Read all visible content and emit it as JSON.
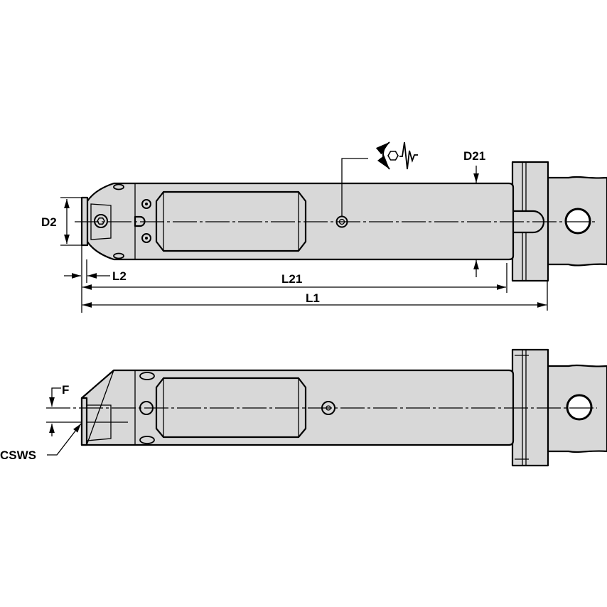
{
  "labels": {
    "d2": "D2",
    "l2": "L2",
    "l21": "L21",
    "l1": "L1",
    "d21": "D21",
    "f": "F",
    "csws": "CSWS"
  },
  "symbols": [
    "rotation-icon",
    "hex-key-icon",
    "vibration-damping-icon"
  ],
  "colors": {
    "body_fill": "#d8d8d8",
    "line": "#000000"
  }
}
